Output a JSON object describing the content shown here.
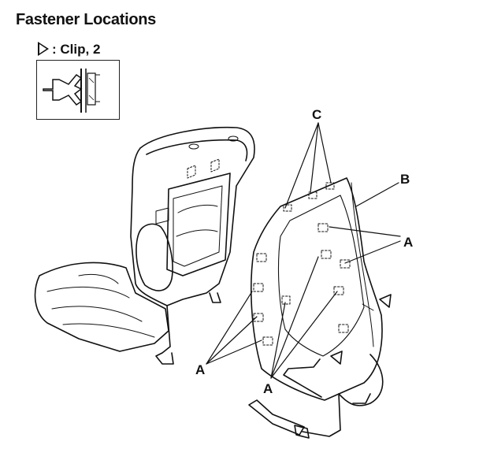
{
  "title": "Fastener Locations",
  "legend": {
    "symbol_icon": "triangle-outline-icon",
    "text": ": Clip, 2"
  },
  "labels": {
    "a1": "A",
    "a2": "A",
    "a3": "A",
    "b": "B",
    "c": "C"
  }
}
